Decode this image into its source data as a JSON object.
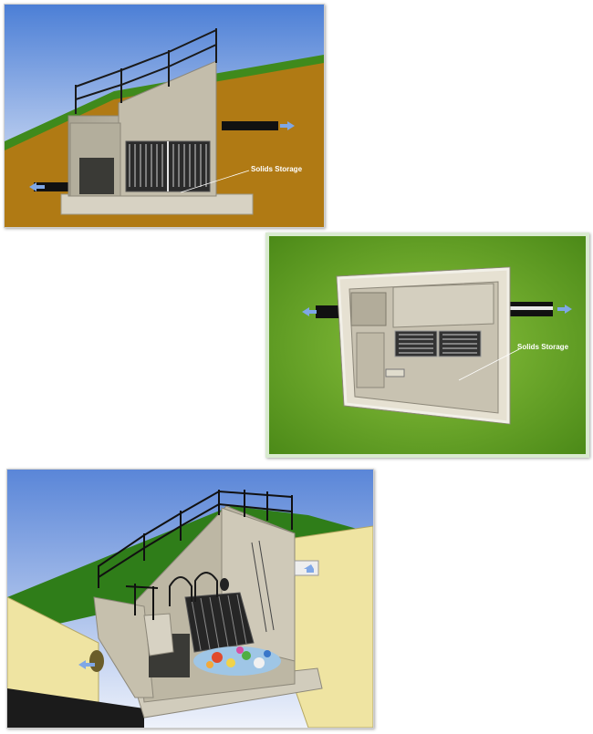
{
  "figures": [
    {
      "view": "side-section",
      "label": "Solids Storage"
    },
    {
      "view": "plan",
      "label": "Solids Storage"
    },
    {
      "view": "cutaway-3d"
    }
  ],
  "colors": {
    "sky_top": "#5a86d8",
    "sky_bottom": "#eef2fb",
    "grass": "#3f8a1c",
    "soil": "#b07a14",
    "concrete": "#c9c3b2",
    "plan_background": "#6fa92a",
    "flow_arrow": "#7fa7e6",
    "cutaway_soil": "#efe4a2"
  }
}
